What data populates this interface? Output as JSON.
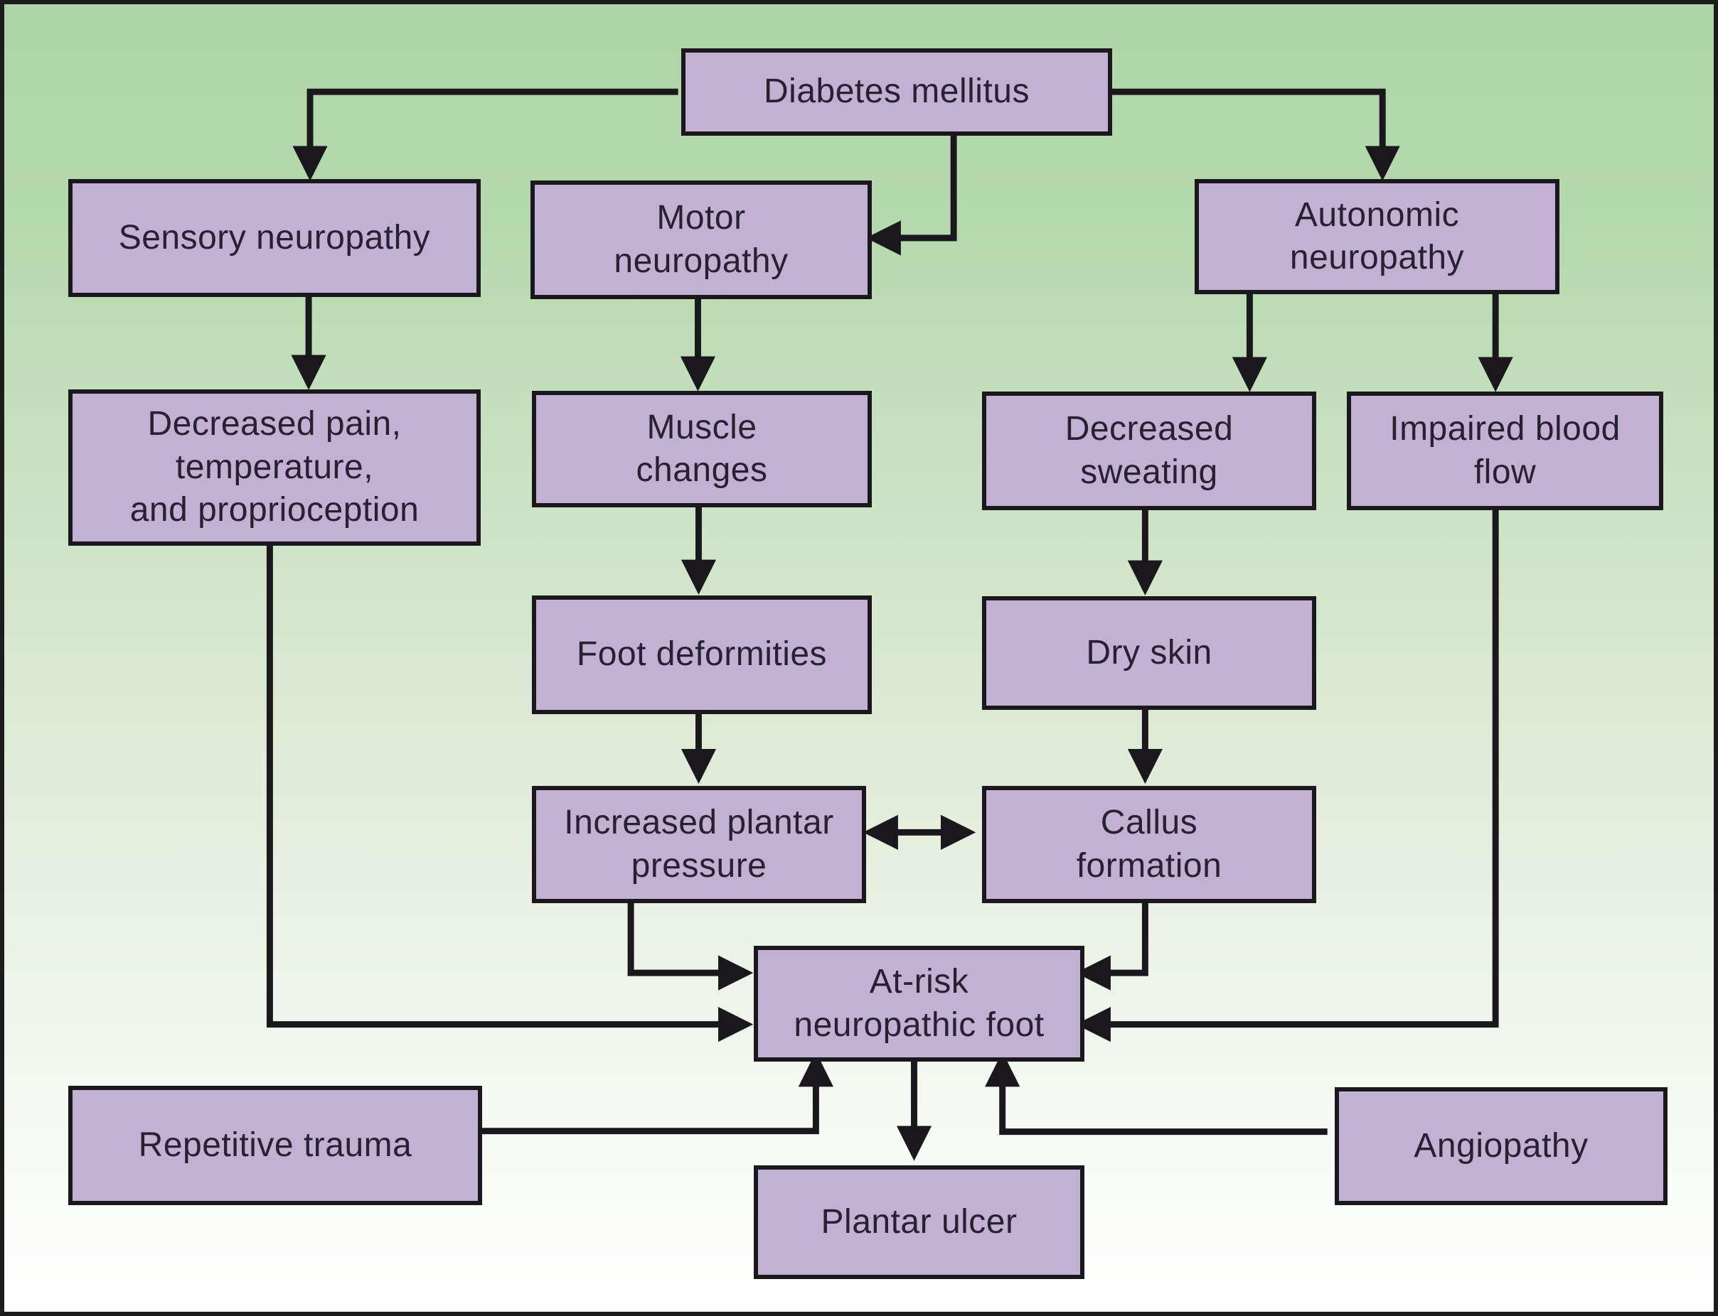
{
  "diagram": {
    "title": "Diabetic foot pathogenesis flowchart",
    "background_gradient": [
      "#aed5a7",
      "#b5d9ae",
      "#c7e0bf",
      "#d8e8d1",
      "#e7f0e1",
      "#f4f8f1",
      "#ffffff"
    ],
    "box_fill": "#c2b1d3",
    "box_border_color": "#1a181c",
    "line_color": "#1a181c",
    "text_color": "#272133",
    "outer_border_color": "#1c1c1c"
  },
  "nodes": [
    {
      "id": "diabetes-mellitus",
      "label": "Diabetes mellitus"
    },
    {
      "id": "sensory-neuropathy",
      "label": "Sensory neuropathy"
    },
    {
      "id": "motor-neuropathy",
      "label": "Motor\nneuropathy"
    },
    {
      "id": "autonomic-neuropathy",
      "label": "Autonomic\nneuropathy"
    },
    {
      "id": "decreased-pain",
      "label": "Decreased pain,\ntemperature,\nand proprioception"
    },
    {
      "id": "muscle-changes",
      "label": "Muscle\nchanges"
    },
    {
      "id": "decreased-sweating",
      "label": "Decreased\nsweating"
    },
    {
      "id": "impaired-blood-flow",
      "label": "Impaired blood\nflow"
    },
    {
      "id": "foot-deformities",
      "label": "Foot deformities"
    },
    {
      "id": "dry-skin",
      "label": "Dry skin"
    },
    {
      "id": "increased-plantar-pressure",
      "label": "Increased plantar\npressure"
    },
    {
      "id": "callus-formation",
      "label": "Callus\nformation"
    },
    {
      "id": "at-risk-neuropathic-foot",
      "label": "At-risk\nneuropathic foot"
    },
    {
      "id": "repetitive-trauma",
      "label": "Repetitive trauma"
    },
    {
      "id": "plantar-ulcer",
      "label": "Plantar ulcer"
    },
    {
      "id": "angiopathy",
      "label": "Angiopathy"
    }
  ],
  "edges": [
    {
      "from": "diabetes-mellitus",
      "to": "sensory-neuropathy",
      "arrow": "end"
    },
    {
      "from": "diabetes-mellitus",
      "to": "motor-neuropathy",
      "arrow": "end"
    },
    {
      "from": "diabetes-mellitus",
      "to": "autonomic-neuropathy",
      "arrow": "end"
    },
    {
      "from": "sensory-neuropathy",
      "to": "decreased-pain",
      "arrow": "end"
    },
    {
      "from": "decreased-pain",
      "to": "at-risk-neuropathic-foot",
      "arrow": "end"
    },
    {
      "from": "motor-neuropathy",
      "to": "muscle-changes",
      "arrow": "end"
    },
    {
      "from": "muscle-changes",
      "to": "foot-deformities",
      "arrow": "end"
    },
    {
      "from": "foot-deformities",
      "to": "increased-plantar-pressure",
      "arrow": "end"
    },
    {
      "from": "increased-plantar-pressure",
      "to": "at-risk-neuropathic-foot",
      "arrow": "end"
    },
    {
      "from": "autonomic-neuropathy",
      "to": "decreased-sweating",
      "arrow": "end"
    },
    {
      "from": "autonomic-neuropathy",
      "to": "impaired-blood-flow",
      "arrow": "end"
    },
    {
      "from": "decreased-sweating",
      "to": "dry-skin",
      "arrow": "end"
    },
    {
      "from": "dry-skin",
      "to": "callus-formation",
      "arrow": "end"
    },
    {
      "from": "increased-plantar-pressure",
      "to": "callus-formation",
      "arrow": "both"
    },
    {
      "from": "callus-formation",
      "to": "at-risk-neuropathic-foot",
      "arrow": "end"
    },
    {
      "from": "impaired-blood-flow",
      "to": "at-risk-neuropathic-foot",
      "arrow": "end"
    },
    {
      "from": "repetitive-trauma",
      "to": "at-risk-neuropathic-foot",
      "arrow": "end"
    },
    {
      "from": "angiopathy",
      "to": "at-risk-neuropathic-foot",
      "arrow": "end"
    },
    {
      "from": "at-risk-neuropathic-foot",
      "to": "plantar-ulcer",
      "arrow": "end"
    }
  ]
}
